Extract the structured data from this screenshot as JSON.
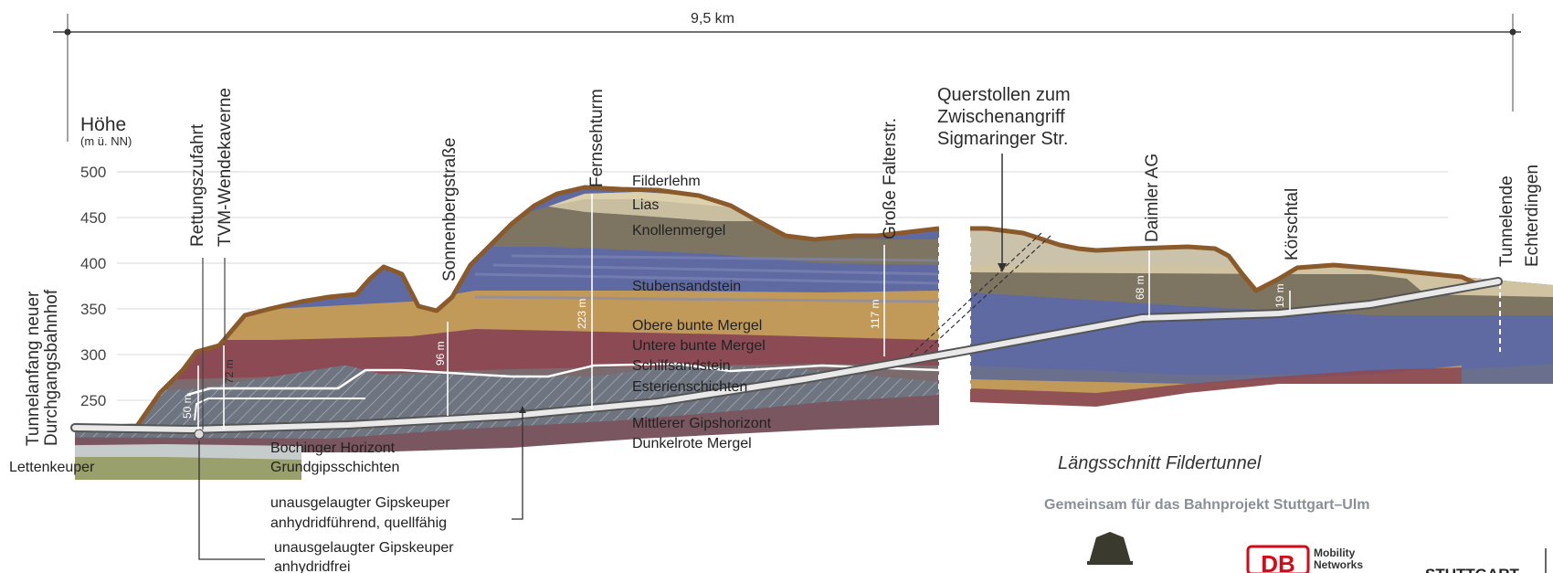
{
  "scale_bar": {
    "label": "9,5 km"
  },
  "y_axis": {
    "title": "Höhe",
    "unit": "(m ü. NN)",
    "ticks": [
      "500",
      "450",
      "400",
      "350",
      "300",
      "250"
    ]
  },
  "locations": {
    "tunnel_start": [
      "Tunnelanfang neuer",
      "Durchgangsbahnhof"
    ],
    "rettungszufahrt": "Rettungszufahrt",
    "tvm_wendekaverne": "TVM-Wendekaverne",
    "sonnenbergstrasse": "Sonnenbergstraße",
    "fernsehturm": "Fernsehturm",
    "grosse_falterstr": "Große Falterstr.",
    "querstollen": [
      "Querstollen zum",
      "Zwischenangriff",
      "Sigmaringer Str."
    ],
    "daimler": "Daimler AG",
    "koerschtal": "Körschtal",
    "tunnel_end": [
      "Tunnelende",
      "Echterdingen"
    ]
  },
  "depths": {
    "d50": "50 m",
    "d72": "72 m",
    "d96": "96 m",
    "d223": "223 m",
    "d117": "117 m",
    "d68": "68 m",
    "d19": "19 m"
  },
  "layers": {
    "filderlehm": "Filderlehm",
    "lias": "Lias",
    "knollenmergel": "Knollenmergel",
    "stubensandstein": "Stubensandstein",
    "obere_bunte_mergel": "Obere bunte Mergel",
    "untere_bunte_mergel": "Untere bunte Mergel",
    "schilfsandstein": "Schilfsandstein",
    "esterienschichten": "Esterienschichten",
    "mittlerer_gipshorizont": "Mittlerer Gipshorizont",
    "dunkelrote_mergel": "Dunkelrote Mergel",
    "bochinger_horizont": "Bochinger Horizont",
    "grundgipsschichten": "Grundgipsschichten",
    "lettenkeuper": "Lettenkeuper"
  },
  "callouts": {
    "quellfaehig": [
      "unausgelaugter Gipskeuper",
      "anhydridführend, quellfähig"
    ],
    "anhydridfrei": [
      "unausgelaugter Gipskeuper",
      "anhydridfrei"
    ]
  },
  "caption": "Längsschnitt Fildertunnel",
  "partner_line": "Gemeinsam für das Bahnprojekt Stuttgart–Ulm",
  "logos": {
    "db_mark": "DB",
    "db_text": [
      "Mobility",
      "Networks"
    ],
    "stuttgart_partial": "STUTTGART"
  },
  "colors": {
    "surface": "#8a5a2b",
    "filderlehm": "#ddd1ad",
    "lias": "#c9bfa0",
    "knollenmergel": "#7d7462",
    "stubensandstein": "#5f6aa3",
    "bunte_mergel": "#c19a5a",
    "red_marl": "#8c4a55",
    "gipskeuper": "#6e7480",
    "lettenkeuper": "#9aa06b",
    "tunnel": "#e9e9e9"
  }
}
